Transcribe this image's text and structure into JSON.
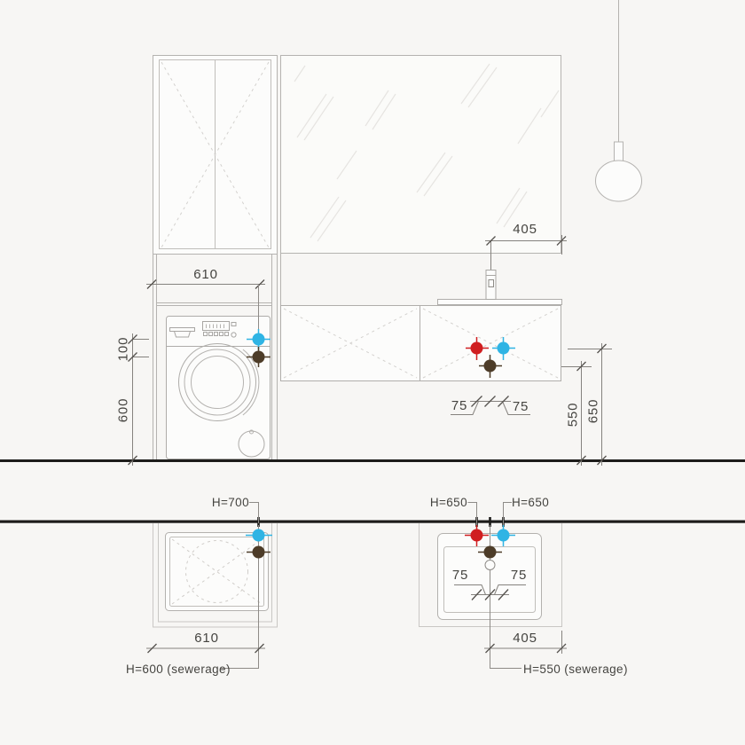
{
  "legend_colors": {
    "hot_water": "#d01e20",
    "cold_water": "#2fb4e4",
    "sewerage": "#4d3c28"
  },
  "elevation": {
    "dim_washer_niche_width": "610",
    "dim_faucet_to_wall": "405",
    "dim_water_above_drain": "100",
    "dim_drain_height": "600",
    "dim_hot_offset": "75",
    "dim_cold_offset": "75",
    "dim_sink_drain_height": "550",
    "dim_sink_water_height": "650"
  },
  "plan": {
    "label_washer_water_height": "H=700",
    "label_sink_hot_water_height": "H=650",
    "label_sink_cold_water_height": "H=650",
    "label_washer_sewerage_height": "H=600 (sewerage)",
    "label_sink_sewerage_height": "H=550 (sewerage)",
    "dim_washer_niche_width": "610",
    "dim_drain_to_wall": "405",
    "dim_hot_offset": "75",
    "dim_cold_offset": "75"
  }
}
